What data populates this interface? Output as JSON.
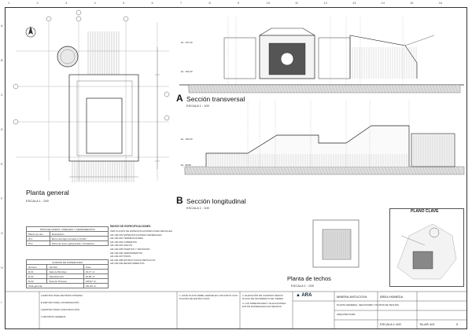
{
  "grid": {
    "columns": [
      "1",
      "2",
      "3",
      "4",
      "5",
      "6",
      "7",
      "8",
      "9",
      "10",
      "11",
      "12",
      "13",
      "14",
      "15",
      "16"
    ],
    "rows": [
      "A",
      "B",
      "C",
      "D",
      "E",
      "F",
      "G",
      "H",
      "I"
    ]
  },
  "views": {
    "plan": {
      "letter": "",
      "title": "Planta general",
      "scale": "ESCALA 1 : 200"
    },
    "section_a": {
      "letter": "A",
      "title": "Sección transversal",
      "scale": "ESCALA 1 : 100"
    },
    "section_b": {
      "letter": "B",
      "title": "Sección longitudinal",
      "scale": "ESCALA 1 : 100"
    },
    "roof": {
      "title": "Planta de techos",
      "scale": "ESCALA 1 : 200"
    },
    "key": {
      "title": "PLANO CLAVE"
    }
  },
  "legend_walls": {
    "title": "TIPOS DE MUROS, TABIQUES Y CERRAMIENTOS",
    "headers": [
      "Marca de Uso",
      "Descripción"
    ],
    "rows": [
      [
        "W-1",
        "Muro Hormigón armado e=0.20m"
      ],
      [
        "W-2",
        "Panel de acero galvanizado / Ventilación"
      ]
    ]
  },
  "legend_surfaces": {
    "title": "CUADRO DE SUPERFICIES",
    "headers": [
      "Número",
      "Nombre",
      "Área"
    ],
    "rows": [
      [
        "R-01",
        "Sala de Bombas",
        "43,17 m²"
      ],
      [
        "R-02",
        "Sala Eléctrica",
        "92,86 m²"
      ],
      [
        "R-03",
        "Área de Proceso",
        "195,87 m²"
      ]
    ],
    "total_label": "Total general",
    "total_value": "331,90 m²"
  },
  "notes": {
    "title": "ÍNDICE DE ESPECIFICACIONES",
    "lines": [
      "VER PLANOS DE ESPECIFICACIONES PARA DETALLES",
      "AR-100-001 ESPECIFICACIONES GENERALES",
      "AR-100-002 TERMINACIONES",
      "AR-100-003 CUBIERTAS",
      "AR-100-004 CIELOS",
      "AR-100-005 PUERTAS Y VENTANAS",
      "AR-100-006 CERRAMIENTOS",
      "AR-100-007 PISOS",
      "AR-100-008 ESTRUCTURAS METÁLICAS",
      "AR-100-009 REVESTIMIENTOS"
    ]
  },
  "elevation_labels": [
    "EL. 107,00",
    "EL. 104,00",
    "EL. 100,00",
    "EL. 96,80"
  ],
  "title_block": {
    "company": "ARA",
    "client": "MINERA ANTUCOYA",
    "project": "ÁREA HÚMEDA",
    "drawing_title": "PLANTA GENERAL, SECCIONES Y PLANTA DE TECHOS",
    "discipline": "ARQUITECTURA",
    "drawing_no": "ESCALA 1:100",
    "sheet_ref": "TA-AR-101",
    "rev": "0",
    "notes_block": [
      "1. ESTE PLANO DEBE LEERSE EN CONJUNTO CON PLANOS DE ESTRUCTURA",
      "2. ELEVACIÓN DE CAMINOS SEGÚN PLANO DE MOVIMIENTO DE TIERRA",
      "3. LAS DIMENSIONES Y ELEVACIONES ESTÁN EXPRESADAS EN METROS"
    ],
    "revision_rows": [
      [
        "A",
        "EMITIDO PARA REVISIÓN INTERNA"
      ],
      [
        "B",
        "EMITIDO PARA COORDINACIÓN"
      ],
      [
        "0",
        "EMITIDO PARA CONSTRUCCIÓN"
      ],
      [
        "1",
        "REVISIÓN GENERAL"
      ]
    ]
  }
}
